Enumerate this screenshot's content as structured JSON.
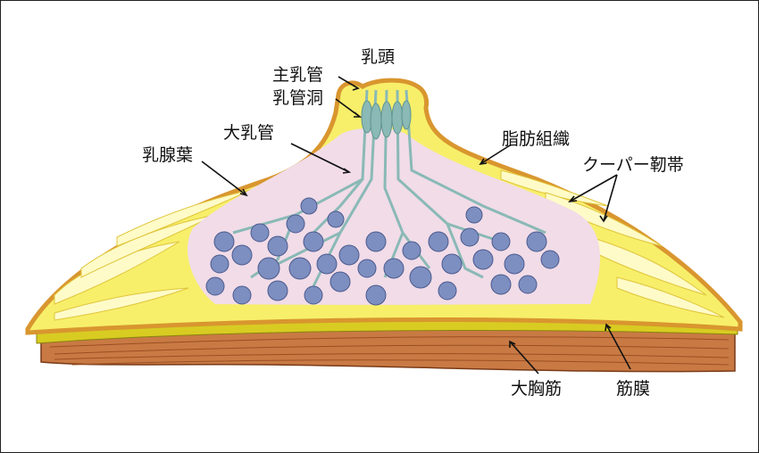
{
  "labels": {
    "nipple": "乳頭",
    "main_duct": "主乳管",
    "sinus": "乳管洞",
    "large_duct": "大乳管",
    "lobe": "乳腺葉",
    "fat": "脂肪組織",
    "cooper": "クーパー靭帯",
    "pectoralis": "大胸筋",
    "fascia": "筋膜"
  },
  "colors": {
    "skin": "#d9962f",
    "fat": "#f7ef6a",
    "fat_fold": "#fffbc8",
    "gland_bg": "#f1dce8",
    "lobule": "#7d8fc0",
    "duct": "#8ab9b6",
    "fascia": "#d8cc22",
    "muscle": "#c97a44",
    "muscle_dark": "#9a4e22"
  }
}
